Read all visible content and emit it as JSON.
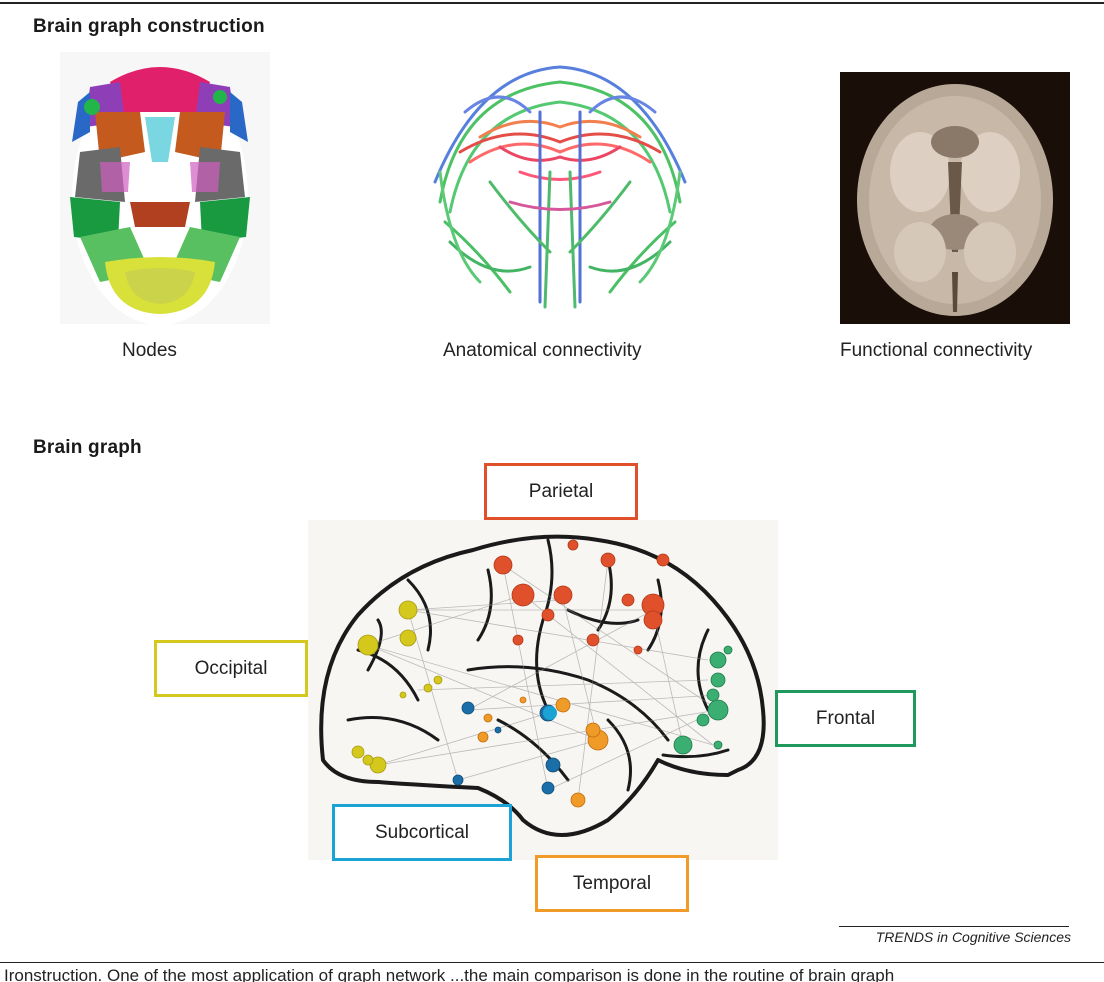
{
  "section_construction": {
    "title": "Brain graph construction"
  },
  "panels": {
    "nodes": {
      "caption": "Nodes"
    },
    "anatomical": {
      "caption": "Anatomical connectivity"
    },
    "functional": {
      "caption": "Functional connectivity"
    }
  },
  "section_graph": {
    "title": "Brain graph"
  },
  "regions": {
    "parietal": {
      "label": "Parietal",
      "color": "#e0502a"
    },
    "occipital": {
      "label": "Occipital",
      "color": "#d4c81c"
    },
    "frontal": {
      "label": "Frontal",
      "color": "#1f9a5c"
    },
    "subcortical": {
      "label": "Subcortical",
      "color": "#1ba3d6"
    },
    "temporal": {
      "label": "Temporal",
      "color": "#f09a27"
    }
  },
  "credit": "TRENDS in Cognitive Sciences",
  "footer_text": "Ironstruction. One of the most application of graph network ...the main comparison is done in the routine of brain graph"
}
